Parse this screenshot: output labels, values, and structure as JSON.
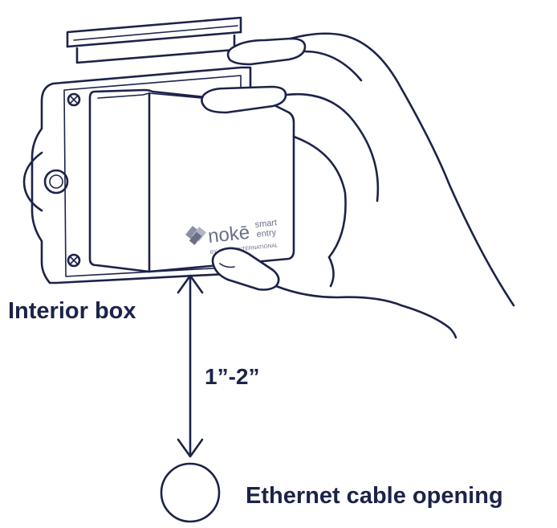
{
  "labels": {
    "interior_box": "Interior box",
    "distance": "1”-2”",
    "ethernet_opening": "Ethernet cable opening"
  },
  "brand": {
    "name": "nokē",
    "tagline_line1": "smart",
    "tagline_line2": "entry",
    "byline": "BY JANUS INTERNATIONAL"
  },
  "colors": {
    "ink": "#1c2349",
    "brand_gray": "#6b6f86"
  }
}
